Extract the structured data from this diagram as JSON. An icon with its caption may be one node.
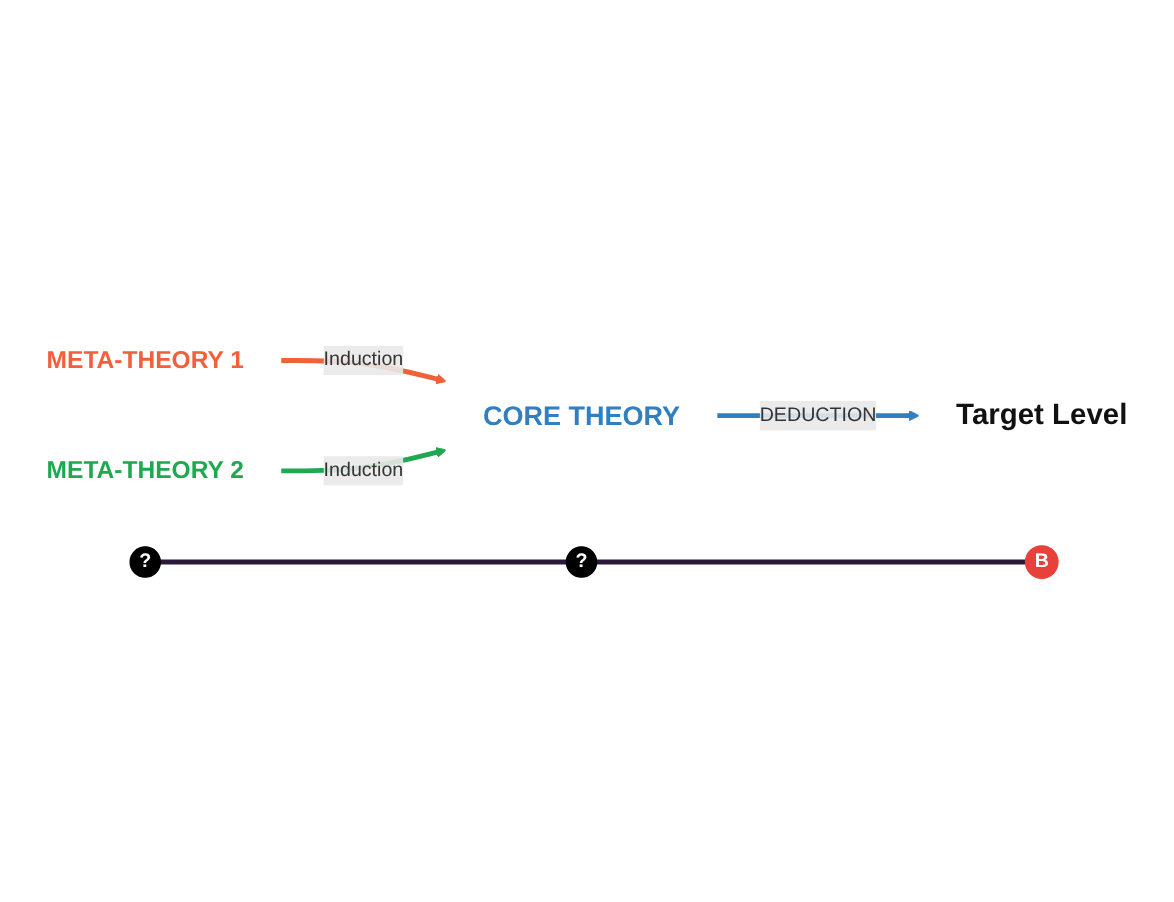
{
  "diagram": {
    "nodes": [
      {
        "text": [
          "CORE THEORY"
        ]
      },
      {
        "text": [
          "META-THEORY 1"
        ]
      },
      {
        "text": [
          "META-THEORY 2"
        ]
      },
      {
        "text": [
          "Target Level"
        ]
      },
      {
        "text": [
          "?"
        ]
      },
      {
        "text": [
          "?"
        ]
      },
      {
        "text": [
          "B"
        ]
      }
    ],
    "edges": [
      {
        "from": 1,
        "to": 0,
        "arrow": "to",
        "label": "Induction",
        "color": "#f0603a"
      },
      {
        "from": 2,
        "to": 0,
        "arrow": "to",
        "label": "Induction",
        "color": "#1fa84f"
      },
      {
        "from": 0,
        "to": 3,
        "arrow": "to",
        "label": "DEDUCTION",
        "color": "#2f7fc1"
      },
      {
        "from": 4,
        "to": 5,
        "arrow": "none"
      },
      {
        "from": 5,
        "to": 6,
        "arrow": "none"
      }
    ]
  }
}
